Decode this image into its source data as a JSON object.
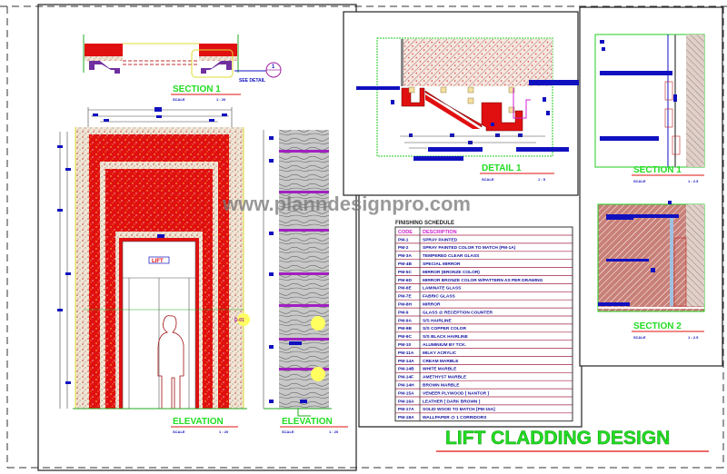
{
  "title": "LIFT CLADDING DESIGN",
  "watermark": "www.planndesignpro.com",
  "colors": {
    "title_green": "#22dd22",
    "cad_red": "#e01010",
    "cad_blue": "#1010c0",
    "cad_magenta": "#b02090",
    "granite": "#e8d8c0"
  },
  "section_top": {
    "label": "SECTION 1",
    "scale_label": "SCALE",
    "scale": "1 : 20",
    "callout": "SEE DETAIL",
    "callout_number": "1"
  },
  "elevation_front": {
    "label": "ELEVATION",
    "scale_label": "SCALE",
    "scale": "1 : 20",
    "tag": "D-01",
    "sign": "LIFT"
  },
  "elevation_side": {
    "label": "ELEVATION",
    "scale_label": "SCALE",
    "scale": "1 : 20"
  },
  "detail": {
    "label": "DETAIL 1",
    "scale_label": "SCALE",
    "scale": "1 : 5"
  },
  "section_right_1": {
    "label": "SECTION 1",
    "scale_label": "SCALE",
    "scale": "1 : 2.5"
  },
  "section_right_2": {
    "label": "SECTION 2",
    "scale_label": "SCALE",
    "scale": "1 : 2.5"
  },
  "schedule": {
    "title": "FINISHING SCHEDULE",
    "headers": [
      "CODE",
      "DESCRIPTION"
    ],
    "rows": [
      [
        "PM-1",
        "SPRAY PAINTED"
      ],
      [
        "PM-2",
        "SPRAY PAINTED COLOR TO MATCH (PM-1A)"
      ],
      [
        "PM-3A",
        "TEMPERED CLEAR GLASS"
      ],
      [
        "PM-4B",
        "SPECIAL MIRROR"
      ],
      [
        "PM-5C",
        "MIRROR (BRONZE COLOR)"
      ],
      [
        "PM-6D",
        "MIRROR BRONZE COLOR W/PATTERN AS PER DRAWING"
      ],
      [
        "PM-6E",
        "LAMINATE GLASS"
      ],
      [
        "PM-7E",
        "FABRIC GLASS"
      ],
      [
        "PM-8H",
        "MIRROR"
      ],
      [
        "PM-9",
        "GLASS @ RECEPTION COUNTER"
      ],
      [
        "PM-9A",
        "S/S HAIRLINE"
      ],
      [
        "PM-9B",
        "S/S COPPER COLOR"
      ],
      [
        "PM-9C",
        "S/S BLACK HAIRLINE"
      ],
      [
        "PM-10",
        "ALUMINIUM BY TCK."
      ],
      [
        "PM-11A",
        "MILKY ACRYLIC"
      ],
      [
        "PM-14A",
        "CREAM MARBLE"
      ],
      [
        "PM-14B",
        "WHITE MARBLE"
      ],
      [
        "PM-14F",
        "AMETHYST MARBLE"
      ],
      [
        "PM-14H",
        "BROWN MARBLE"
      ],
      [
        "PM-15A",
        "VENEER PLYWOOD [ NANTOR ]"
      ],
      [
        "PM-16A",
        "LEATHER [ DARK BROWN ]"
      ],
      [
        "PM-17A",
        "SOLID WOOD TO MATCH [PM-15A]"
      ],
      [
        "PM-18A",
        "WALLPAPER @ 1 CORRIDORS"
      ]
    ]
  }
}
